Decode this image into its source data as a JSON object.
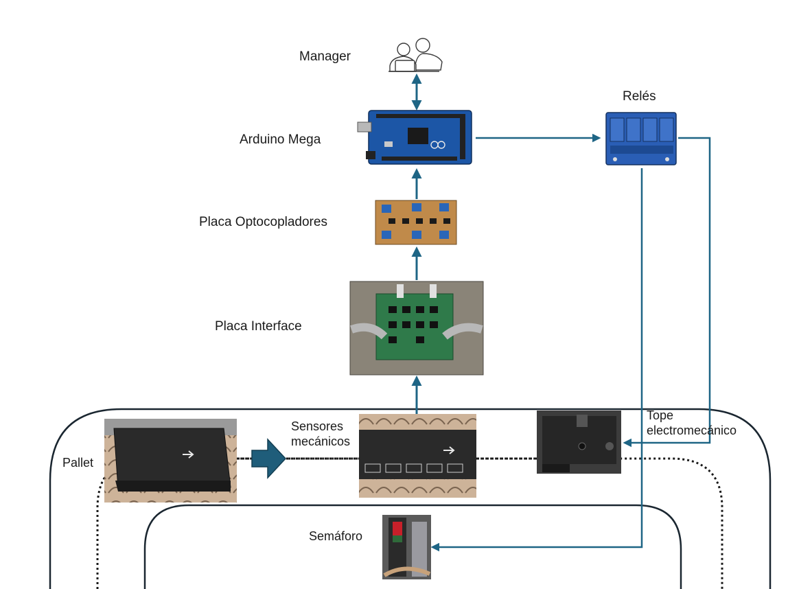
{
  "labels": {
    "manager": "Manager",
    "arduino": "Arduino Mega",
    "reles": "Relés",
    "opto": "Placa Optocopladores",
    "interface": "Placa Interface",
    "sensores_line1": "Sensores",
    "sensores_line2": "mecánicos",
    "pallet": "Pallet",
    "tope_line1": "Tope",
    "tope_line2": "electromecánico",
    "semaforo": "Semáforo"
  },
  "colors": {
    "arrow": "#1e6585",
    "pallet_arrow": "#1f5d7a",
    "track": "#1a2630",
    "arduino_board": "#1c56a6",
    "relay_board": "#2a5eb5",
    "pcb_green": "#2f7a4a",
    "metal": "#2a2a2a"
  },
  "icons": {
    "manager": "people-at-computer-icon",
    "arduino": "arduino-mega-board-image",
    "reles": "relay-module-image",
    "opto": "optocoupler-board-image",
    "interface": "interface-pcb-image",
    "pallet": "pallet-photo",
    "sensores": "mechanical-sensors-photo",
    "tope": "electromechanical-stop-photo",
    "semaforo": "traffic-light-photo"
  }
}
